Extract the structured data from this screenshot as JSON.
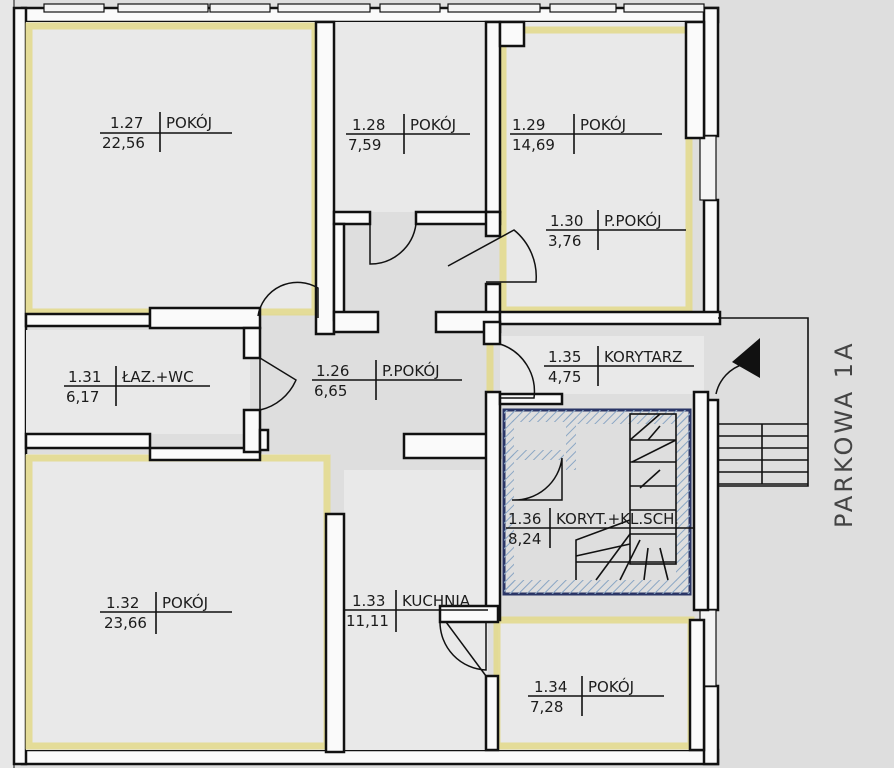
{
  "rooms": [
    {
      "id": "r127",
      "number": "1.27",
      "name": "POKÓJ",
      "area": "22,56"
    },
    {
      "id": "r128",
      "number": "1.28",
      "name": "POKÓJ",
      "area": "7,59"
    },
    {
      "id": "r129",
      "number": "1.29",
      "name": "POKÓJ",
      "area": "14,69"
    },
    {
      "id": "r130",
      "number": "1.30",
      "name": "P.POKÓJ",
      "area": "3,76"
    },
    {
      "id": "r126",
      "number": "1.26",
      "name": "P.POKÓJ",
      "area": "6,65"
    },
    {
      "id": "r131",
      "number": "1.31",
      "name": "ŁAZ.+WC",
      "area": "6,17"
    },
    {
      "id": "r135",
      "number": "1.35",
      "name": "KORYTARZ",
      "area": "4,75"
    },
    {
      "id": "r136",
      "number": "1.36",
      "name": "KORYT.+KL.SCH.",
      "area": "8,24"
    },
    {
      "id": "r132",
      "number": "1.32",
      "name": "POKÓJ",
      "area": "23,66"
    },
    {
      "id": "r133",
      "number": "1.33",
      "name": "KUCHNIA",
      "area": "11,11"
    },
    {
      "id": "r134",
      "number": "1.34",
      "name": "POKÓJ",
      "area": "7,28"
    }
  ],
  "street_label": "PARKOWA 1A",
  "colors": {
    "wall": "#111111",
    "highlight": "#e3d98a",
    "stair_frame": "#2a3566",
    "paper": "#dedede"
  }
}
